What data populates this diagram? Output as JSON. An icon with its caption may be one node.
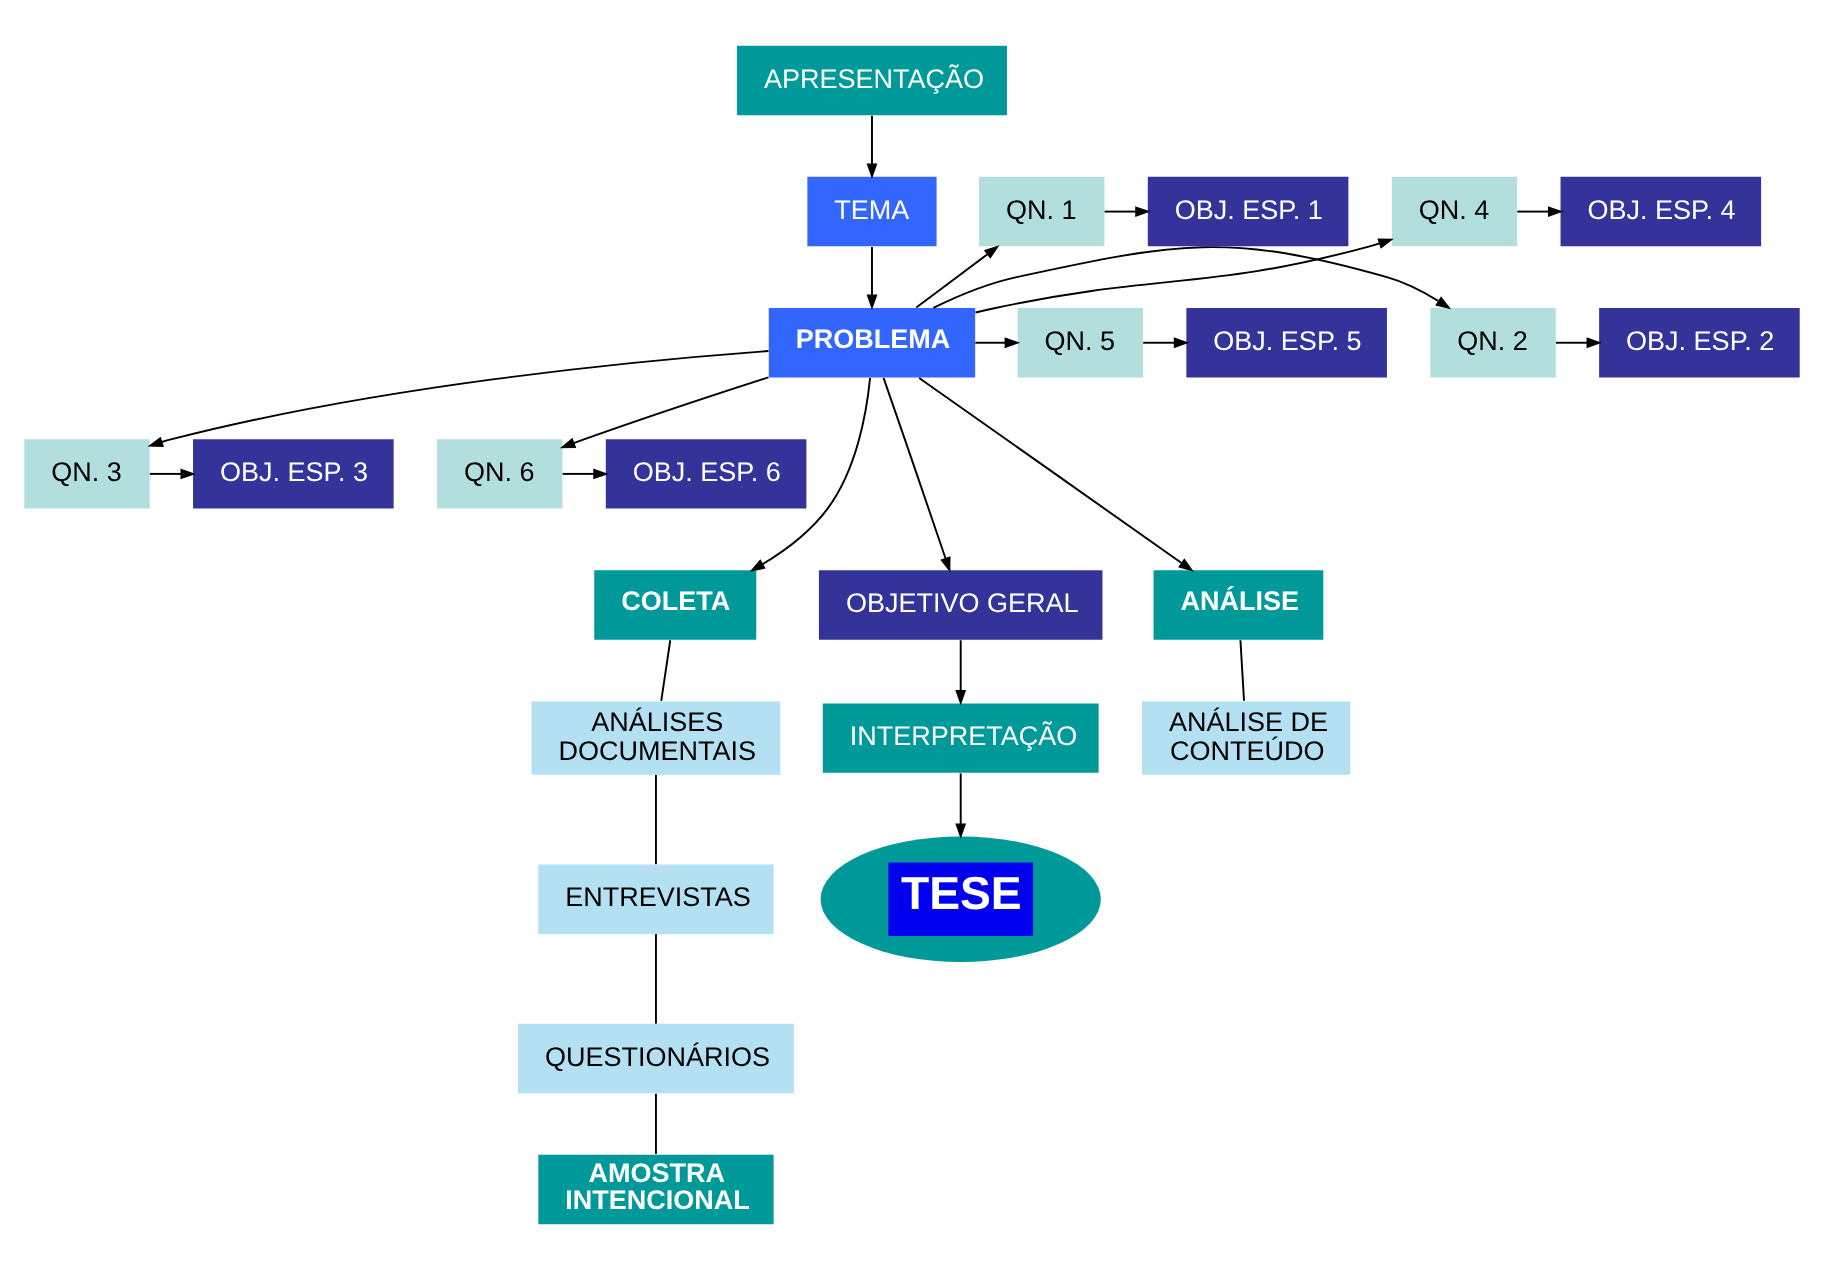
{
  "diagram": {
    "nodes": [
      {
        "text": [
          "APRESENTAÇÃO"
        ]
      },
      {
        "text": [
          "TEMA"
        ]
      },
      {
        "text": [
          "PROBLEMA"
        ]
      },
      {
        "text": [
          "QN. 1"
        ]
      },
      {
        "text": [
          "QN. 2"
        ]
      },
      {
        "text": [
          "QN. 3"
        ]
      },
      {
        "text": [
          "OBJ. ESP. 1"
        ]
      },
      {
        "text": [
          "OBJ. ESP. 2"
        ]
      },
      {
        "text": [
          "OBJ. ESP. 3"
        ]
      },
      {
        "text": [
          "QN. 4"
        ]
      },
      {
        "text": [
          "QN. 5"
        ]
      },
      {
        "text": [
          "QN. 6"
        ]
      },
      {
        "text": [
          "OBJ. ESP. 4"
        ]
      },
      {
        "text": [
          "OBJ. ESP. 5"
        ]
      },
      {
        "text": [
          "OBJ. ESP. 6"
        ]
      },
      {
        "text": [
          "COLETA"
        ]
      },
      {
        "text": [
          "ANÁLISES DOCUMENTAIS"
        ]
      },
      {
        "text": [
          "ENTREVISTAS"
        ]
      },
      {
        "text": [
          "QUESTIONÁRIOS"
        ]
      },
      {
        "text": [
          "AMOSTRA INTENCIONAL"
        ]
      },
      {
        "text": [
          "OBJETIVO GERAL"
        ]
      },
      {
        "text": [
          "INTERPRETAÇÃO"
        ]
      },
      {
        "text": [
          "TESE"
        ]
      },
      {
        "text": [
          "ANÁLISE"
        ]
      },
      {
        "text": [
          "ANÁLISE DE CONTEÚDO"
        ]
      }
    ],
    "edges": [
      {
        "from": 0,
        "to": 1,
        "arrow": "to"
      },
      {
        "from": 1,
        "to": 2,
        "arrow": "to"
      },
      {
        "from": 2,
        "to": 3,
        "arrow": "to"
      },
      {
        "from": 2,
        "to": 4,
        "arrow": "to"
      },
      {
        "from": 2,
        "to": 5,
        "arrow": "to"
      },
      {
        "from": 3,
        "to": 6,
        "arrow": "to"
      },
      {
        "from": 4,
        "to": 7,
        "arrow": "to"
      },
      {
        "from": 5,
        "to": 8,
        "arrow": "to"
      },
      {
        "from": 2,
        "to": 9,
        "arrow": "to"
      },
      {
        "from": 2,
        "to": 10,
        "arrow": "to"
      },
      {
        "from": 2,
        "to": 11,
        "arrow": "to"
      },
      {
        "from": 9,
        "to": 12,
        "arrow": "to"
      },
      {
        "from": 10,
        "to": 13,
        "arrow": "to"
      },
      {
        "from": 11,
        "to": 14,
        "arrow": "to"
      },
      {
        "from": 2,
        "to": 15,
        "arrow": "to"
      },
      {
        "from": 2,
        "to": 20,
        "arrow": "to"
      },
      {
        "from": 2,
        "to": 23,
        "arrow": "to"
      },
      {
        "from": 15,
        "to": 16,
        "arrow": "none"
      },
      {
        "from": 16,
        "to": 17,
        "arrow": "none"
      },
      {
        "from": 17,
        "to": 18,
        "arrow": "none"
      },
      {
        "from": 18,
        "to": 19,
        "arrow": "none"
      },
      {
        "from": 20,
        "to": 21,
        "arrow": "to"
      },
      {
        "from": 21,
        "to": 22,
        "arrow": "to"
      },
      {
        "from": 23,
        "to": 24,
        "arrow": "none"
      }
    ]
  }
}
